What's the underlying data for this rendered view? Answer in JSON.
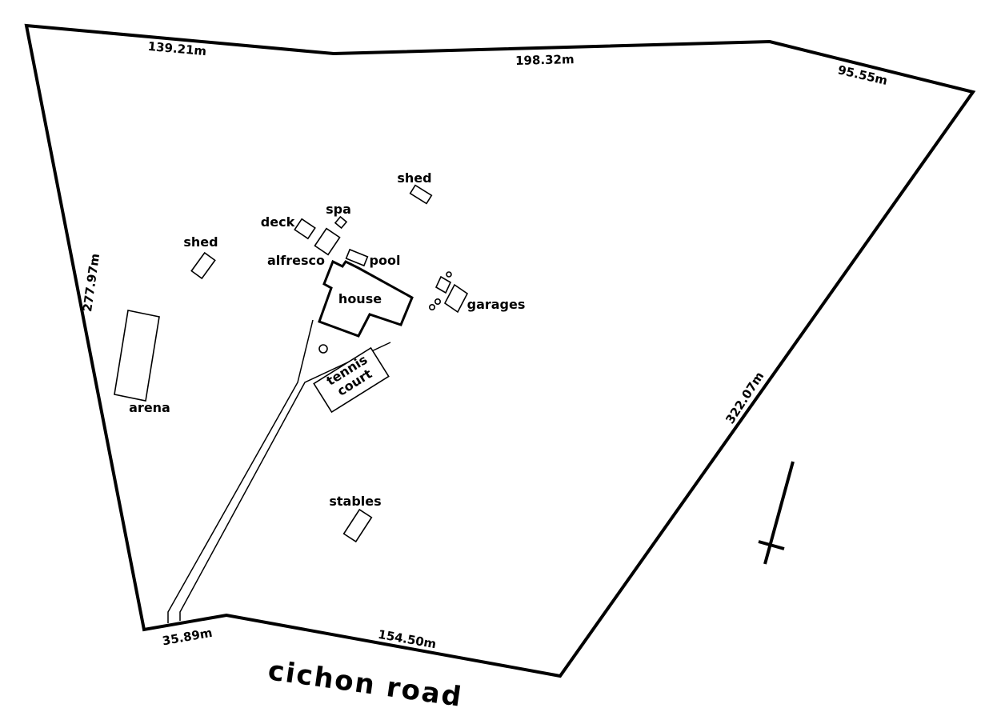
{
  "boundary": {
    "dimensions": {
      "north_west": "139.21m",
      "north_mid": "198.32m",
      "north_east": "95.55m",
      "east": "322.07m",
      "west": "277.97m",
      "south_west": "35.89m",
      "south": "154.50m"
    }
  },
  "road": {
    "name": "cichon road"
  },
  "buildings": {
    "shed_north": "shed",
    "shed_west": "shed",
    "spa": "spa",
    "deck": "deck",
    "alfresco": "alfresco",
    "pool": "pool",
    "house": "house",
    "garages": "garages",
    "tennis_court_line1": "tennis",
    "tennis_court_line2": "court",
    "arena": "arena",
    "stables": "stables"
  },
  "north_arrow": {
    "icon": "north-arrow-icon"
  }
}
